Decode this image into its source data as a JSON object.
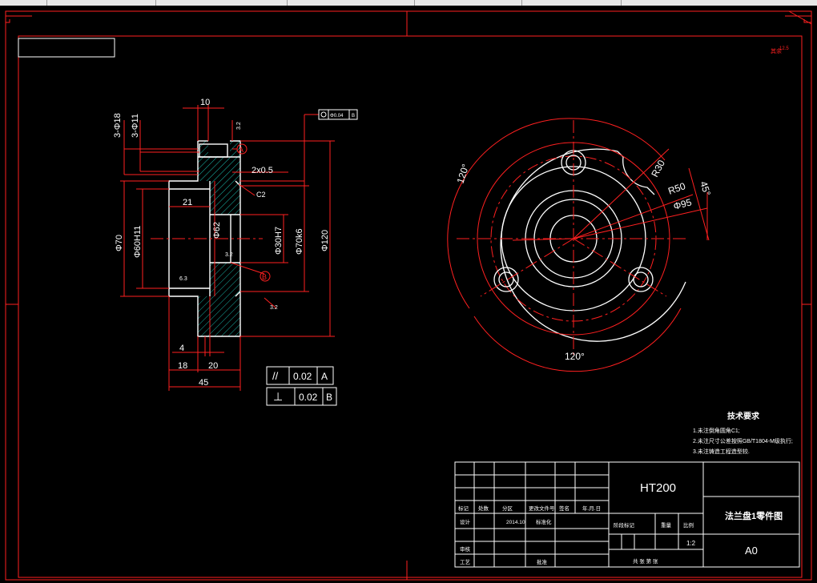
{
  "drawing": {
    "part_material": "HT200",
    "part_name": "法兰盘1零件图",
    "scale": "1:2",
    "sheet_size": "A0",
    "roughness_corner": "12.5",
    "tech_req": {
      "title": "技术要求",
      "items": [
        "1.未注倒角圆角C1;",
        "2.未注尺寸公差按照GB/T1804-M级执行;",
        "3.未注铸造工程造型较."
      ]
    },
    "title_block": {
      "col_labels": [
        "标记",
        "处数",
        "分区",
        "更改文件号",
        "签名",
        "年.月.日"
      ],
      "design_label": "设计",
      "design_date": "2014.10",
      "standardize_label": "标准化",
      "check_label": "审核",
      "process_label": "工艺",
      "approve_label": "批准",
      "stage_label": "阶段标记",
      "weight_label": "重量",
      "scale_label": "比例",
      "sheets_label": "共 张 第 张"
    },
    "tolerance_frames": [
      {
        "symbol": "//",
        "value": "0.02",
        "datum": "A"
      },
      {
        "symbol": "⊥",
        "value": "0.02",
        "datum": "B"
      }
    ],
    "top_tolerance": {
      "value": "Φ0.04",
      "datum": "B"
    },
    "section_dims": {
      "d10": "10",
      "d3phi18": "3-Φ18",
      "d3phi11": "3-Φ11",
      "r32a": "3.2",
      "chamfer": "2x0.5",
      "c2": "C2",
      "d21": "21",
      "phi62": "Φ62",
      "phi30h7": "Φ30H7",
      "phi70k6": "Φ70k6",
      "phi120": "Φ120",
      "phi70": "Φ70",
      "phi60h11": "Φ60H11",
      "r32b": "3.2",
      "r63": "6.3",
      "r32c": "3.2",
      "d4": "4",
      "d18": "18",
      "d20": "20",
      "d45": "45",
      "datum_a": "A",
      "datum_b": "B"
    },
    "view_dims": {
      "ang120_left": "120°",
      "ang120_bottom": "120°",
      "r30": "R30",
      "r50": "R50",
      "phi95": "Φ95",
      "ang45": "45°"
    }
  }
}
